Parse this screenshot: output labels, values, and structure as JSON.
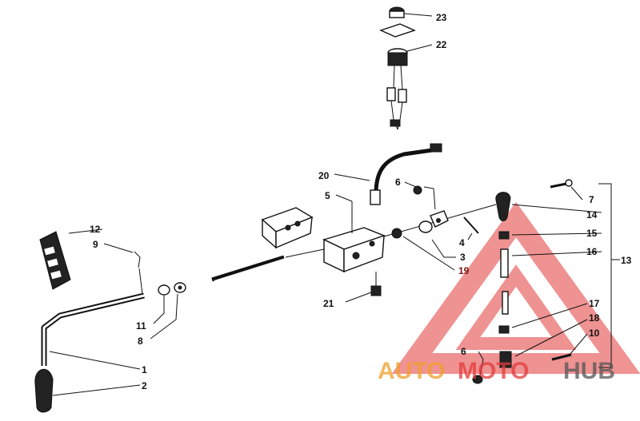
{
  "callouts": {
    "c1": "1",
    "c2": "2",
    "c3": "3",
    "c4": "4",
    "c5": "5",
    "c6a": "6",
    "c6b": "6",
    "c7": "7",
    "c8": "8",
    "c9": "9",
    "c10": "10",
    "c11": "11",
    "c12": "12",
    "c13": "13",
    "c14": "14",
    "c15": "15",
    "c16": "16",
    "c17": "17",
    "c18": "18",
    "c19": "19",
    "c20": "20",
    "c21": "21",
    "c22": "22",
    "c23": "23"
  },
  "watermark": {
    "auto": "AUTO",
    "moto": "MOTO",
    "hub": "HUB",
    "color_orange": "#f0a02a",
    "color_red": "#e23a3a",
    "color_gray": "#555555"
  }
}
